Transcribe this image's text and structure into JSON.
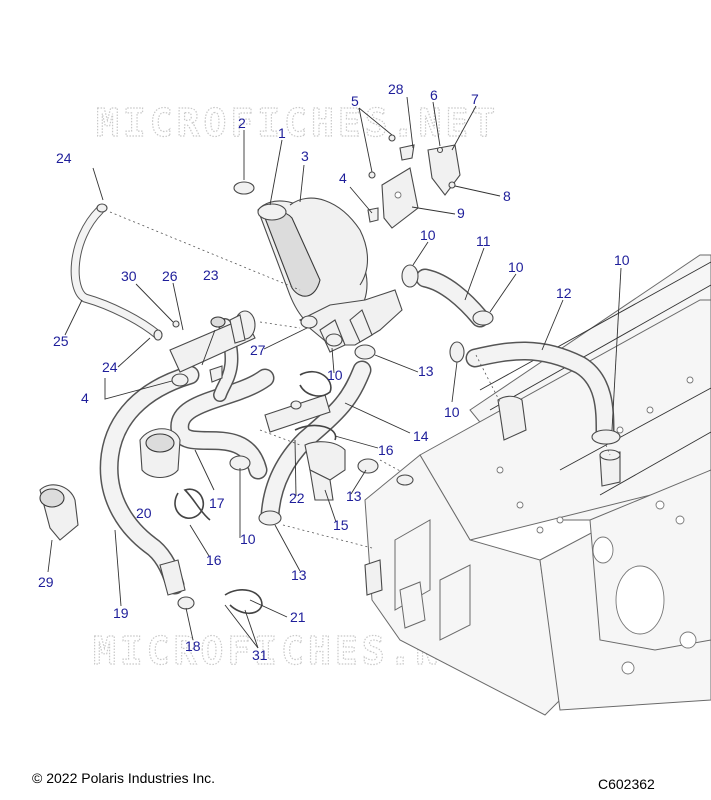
{
  "watermark": "MICROFICHES.NET",
  "callouts": [
    {
      "id": "c1",
      "label": "1"
    },
    {
      "id": "c2",
      "label": "2"
    },
    {
      "id": "c3",
      "label": "3"
    },
    {
      "id": "c4a",
      "label": "4"
    },
    {
      "id": "c4b",
      "label": "4"
    },
    {
      "id": "c5",
      "label": "5"
    },
    {
      "id": "c6",
      "label": "6"
    },
    {
      "id": "c7",
      "label": "7"
    },
    {
      "id": "c8",
      "label": "8"
    },
    {
      "id": "c9",
      "label": "9"
    },
    {
      "id": "c10a",
      "label": "10"
    },
    {
      "id": "c10b",
      "label": "10"
    },
    {
      "id": "c10c",
      "label": "10"
    },
    {
      "id": "c10d",
      "label": "10"
    },
    {
      "id": "c10e",
      "label": "10"
    },
    {
      "id": "c10f",
      "label": "10"
    },
    {
      "id": "c11",
      "label": "11"
    },
    {
      "id": "c12",
      "label": "12"
    },
    {
      "id": "c13a",
      "label": "13"
    },
    {
      "id": "c13b",
      "label": "13"
    },
    {
      "id": "c13c",
      "label": "13"
    },
    {
      "id": "c14",
      "label": "14"
    },
    {
      "id": "c15",
      "label": "15"
    },
    {
      "id": "c16a",
      "label": "16"
    },
    {
      "id": "c16b",
      "label": "16"
    },
    {
      "id": "c17",
      "label": "17"
    },
    {
      "id": "c18",
      "label": "18"
    },
    {
      "id": "c19",
      "label": "19"
    },
    {
      "id": "c20",
      "label": "20"
    },
    {
      "id": "c21",
      "label": "21"
    },
    {
      "id": "c22",
      "label": "22"
    },
    {
      "id": "c23",
      "label": "23"
    },
    {
      "id": "c24a",
      "label": "24"
    },
    {
      "id": "c24b",
      "label": "24"
    },
    {
      "id": "c25",
      "label": "25"
    },
    {
      "id": "c26",
      "label": "26"
    },
    {
      "id": "c27",
      "label": "27"
    },
    {
      "id": "c28",
      "label": "28"
    },
    {
      "id": "c29",
      "label": "29"
    },
    {
      "id": "c30",
      "label": "30"
    },
    {
      "id": "c31",
      "label": "31"
    }
  ],
  "footer": {
    "copyright": "© 2022 Polaris Industries Inc.",
    "diagram_code": "C602362"
  },
  "colors": {
    "callout_text": "#1e1e9a",
    "line_art": "#4a4a4a",
    "watermark": "#c9c9c9"
  }
}
